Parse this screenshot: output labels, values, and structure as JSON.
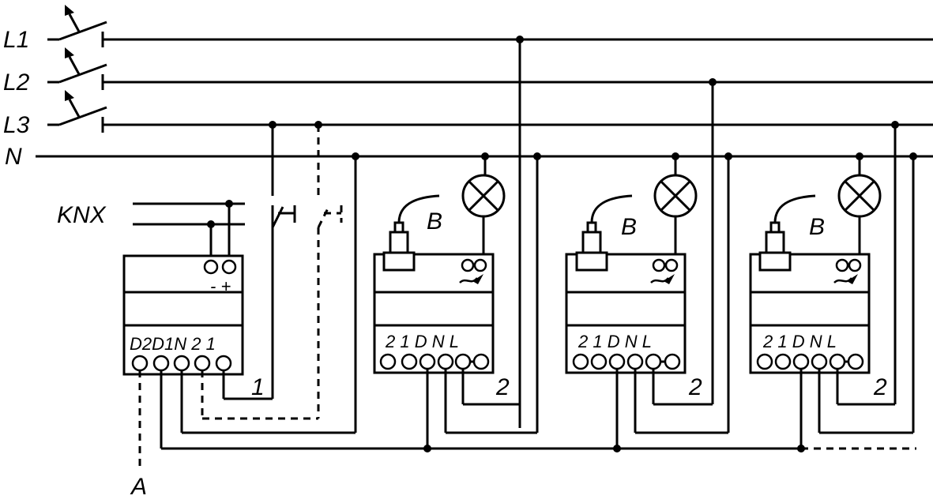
{
  "lines": {
    "l1": "L1",
    "l2": "L2",
    "l3": "L3",
    "n": "N"
  },
  "bus": {
    "label": "KNX",
    "terminal_marks": "- +"
  },
  "input_module": {
    "terminal_labels": "D2D1N 2  1",
    "wire_marker": "1"
  },
  "dimmer_modules": [
    {
      "sensor_label": "B",
      "terminal_labels": "2 1 D N  L",
      "wire_marker": "2"
    },
    {
      "sensor_label": "B",
      "terminal_labels": "2 1 D N  L",
      "wire_marker": "2"
    },
    {
      "sensor_label": "B",
      "terminal_labels": "2 1 D N  L",
      "wire_marker": "2"
    }
  ],
  "bottom_label": "A"
}
